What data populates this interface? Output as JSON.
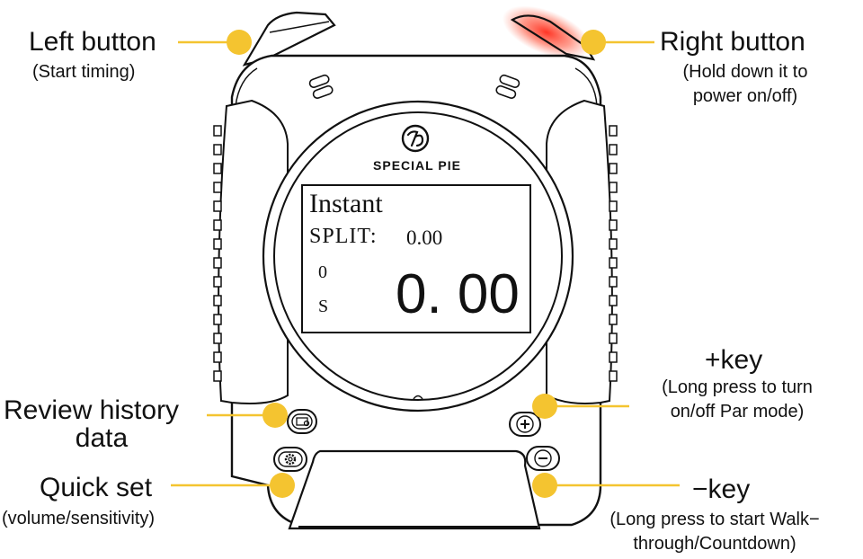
{
  "device": {
    "brand": "SPECIAL PIE",
    "lcd": {
      "mode": "Instant",
      "split_label": "SPLIT:",
      "split_value": "0.00",
      "shot_count": "0",
      "unit": "S",
      "time_value": "0. 00"
    }
  },
  "callouts": {
    "left_button": {
      "title": "Left button",
      "desc": "(Start timing)"
    },
    "right_button": {
      "title": "Right button",
      "desc_lines": [
        "(Hold down it to",
        "power on/off)"
      ]
    },
    "review": {
      "title_lines": [
        "Review history",
        "data"
      ]
    },
    "quick_set": {
      "title": "Quick set",
      "desc": "(volume/sensitivity)"
    },
    "plus_key": {
      "title": "+key",
      "desc_lines": [
        "(Long press to turn",
        "on/off Par mode)"
      ]
    },
    "minus_key": {
      "title": "−key",
      "desc_lines": [
        "(Long press to start Walk−",
        "through/Countdown)"
      ]
    }
  },
  "colors": {
    "accent": "#F4C430",
    "outline": "#111111",
    "glow": "#E82B1F"
  },
  "icons": [
    "brand-logo-icon",
    "review-history-icon",
    "gear-icon",
    "plus-icon",
    "minus-icon"
  ]
}
